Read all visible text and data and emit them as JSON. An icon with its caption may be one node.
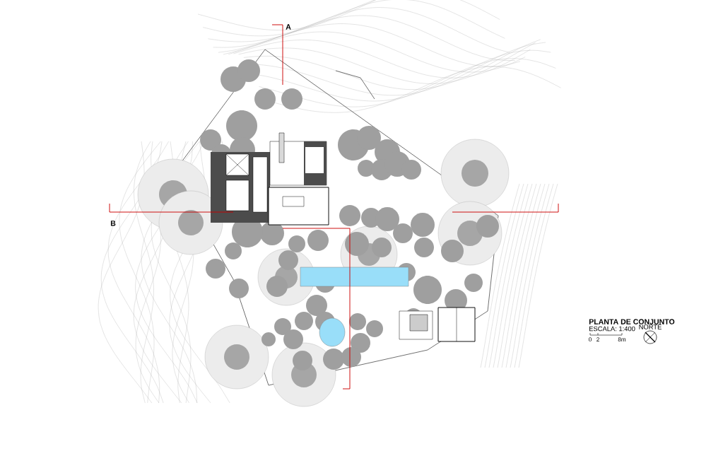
{
  "diagram": {
    "title": "PLANTA DE CONJUNTO",
    "labels": [
      "A",
      "B",
      "ESCALA: 1:400",
      "0",
      "2",
      "8m",
      "NORTE"
    ]
  }
}
